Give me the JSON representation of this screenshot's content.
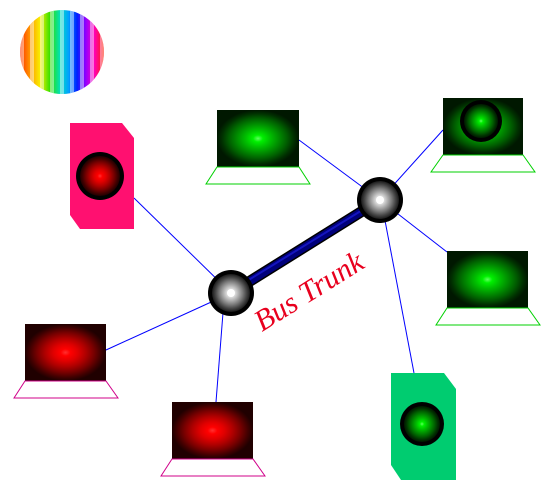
{
  "diagram": {
    "trunk_label": "Bus Trunk",
    "colors": {
      "link": "#0000ff",
      "trunk": "#00009a",
      "label": "#e8001e",
      "hub": "#9a9a9a",
      "red_device": "#e8001e",
      "green_device": "#00d000",
      "red_panel": "#ff1070",
      "green_panel": "#00cc70",
      "red_base": "#d0008a",
      "green_base": "#00d000"
    },
    "hubs": [
      {
        "id": "hub-left",
        "name": "left-hub"
      },
      {
        "id": "hub-right",
        "name": "right-hub"
      }
    ],
    "devices": [
      {
        "id": "dev-red-panel",
        "kind": "panel",
        "color": "red",
        "hub": "hub-left"
      },
      {
        "id": "dev-red-screen-left",
        "kind": "screen",
        "color": "red",
        "hub": "hub-left"
      },
      {
        "id": "dev-red-screen-bottom",
        "kind": "screen",
        "color": "red",
        "hub": "hub-left"
      },
      {
        "id": "dev-green-screen-top",
        "kind": "screen",
        "color": "green",
        "hub": "hub-right"
      },
      {
        "id": "dev-green-screen-topright",
        "kind": "screen",
        "color": "green",
        "hub": "hub-right"
      },
      {
        "id": "dev-green-screen-right",
        "kind": "screen",
        "color": "green",
        "hub": "hub-right"
      },
      {
        "id": "dev-green-panel",
        "kind": "panel",
        "color": "green",
        "hub": "hub-right"
      }
    ]
  }
}
